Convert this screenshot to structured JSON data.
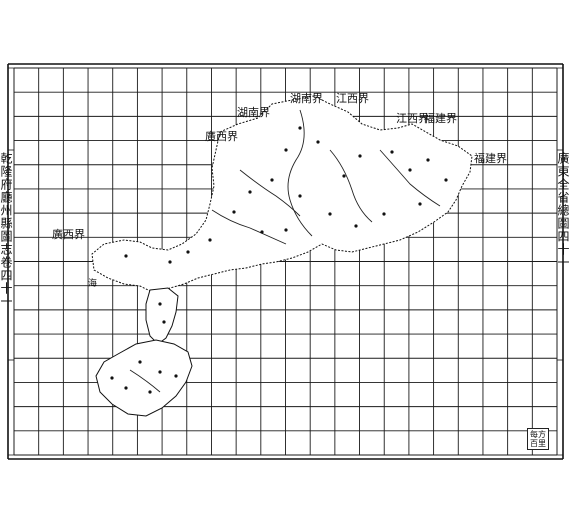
{
  "margin_left": "乾隆府廳州縣圖志卷四十一",
  "margin_right": "廣東全省總圖四十一",
  "province_labels": [
    "湖南界",
    "江西界",
    "湖南界",
    "廣西界",
    "江西界",
    "福建界",
    "福建界",
    "廣西界"
  ],
  "sea_label": "海",
  "scale_note": [
    "每方",
    "百里"
  ],
  "colors": {
    "ink": "#111111",
    "paper": "#ffffff",
    "grid": "#1a1a1a"
  }
}
